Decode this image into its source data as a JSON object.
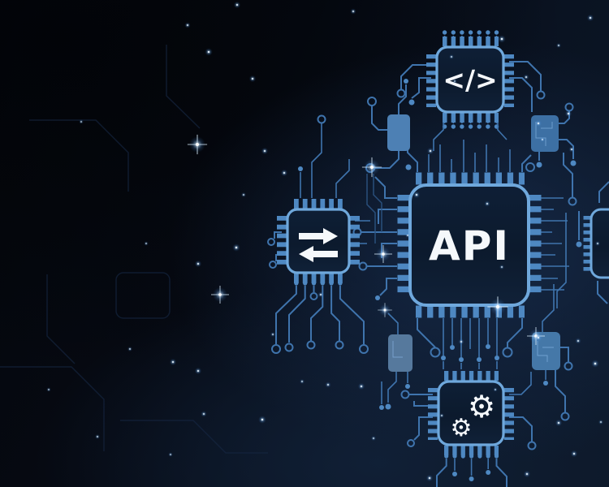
{
  "scene": {
    "title": "API application programming interface circuit board concept",
    "chips": {
      "api": {
        "label": "API"
      },
      "code": {
        "glyph": "</>"
      },
      "gears": {
        "glyph": "⚙"
      },
      "transfer": {
        "icon": "transfer-arrows"
      }
    },
    "colors": {
      "background_dark": "#04070c",
      "background_blue": "#0e1c30",
      "trace": "#3f74ad",
      "trace_dim": "#2c5584",
      "trace_faint": "#152742",
      "chip_border": "#6fa8dc",
      "chip_fill": "#0d1b2e",
      "pin": "#4e88c2",
      "module_fill": "#4d80b4",
      "icon_white": "#f5f8fb",
      "glow": "#9fd0ff"
    }
  }
}
